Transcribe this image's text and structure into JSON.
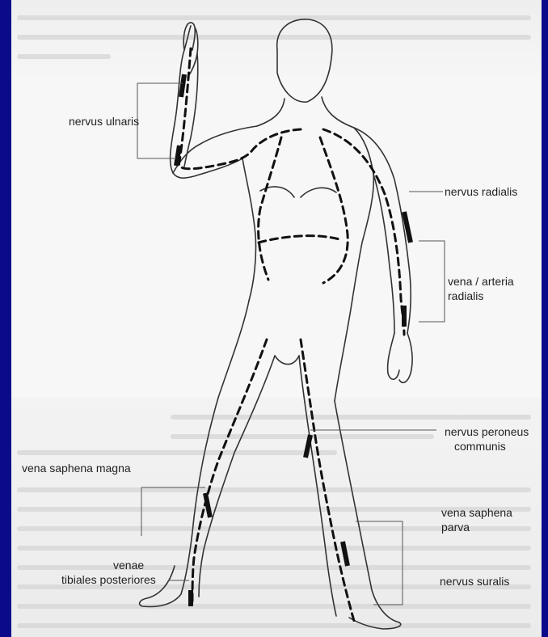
{
  "labels": {
    "nervus_ulnaris": "nervus ulnaris",
    "nervus_radialis": "nervus radialis",
    "vena_arteria_radialis_1": "vena / arteria",
    "vena_arteria_radialis_2": "radialis",
    "nervus_peroneus_1": "nervus peroneus",
    "nervus_peroneus_2": "communis",
    "vena_saphena_magna": "vena saphena magna",
    "vena_saphena_parva_1": "vena saphena",
    "vena_saphena_parva_2": "parva",
    "nervus_suralis": "nervus suralis",
    "venae_tib_1": "venae",
    "venae_tib_2": "tibiales posteriores"
  },
  "colors": {
    "frame": "#0a0a8a",
    "page": "#f7f7f7",
    "ink": "#222222"
  }
}
